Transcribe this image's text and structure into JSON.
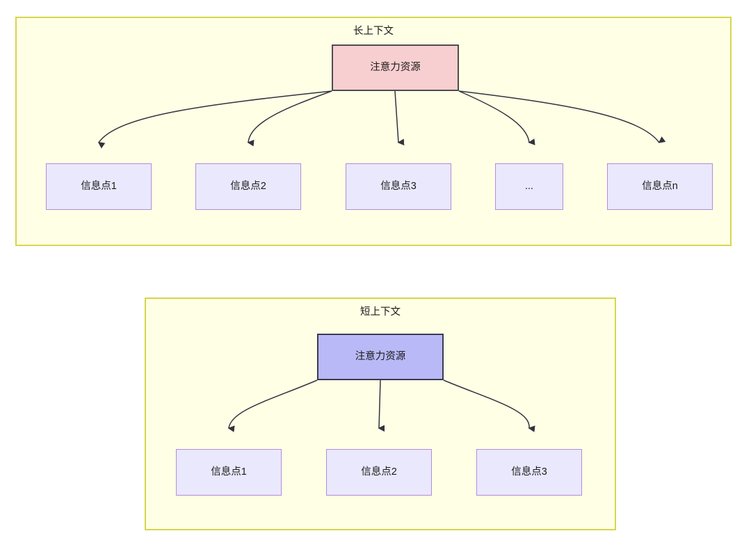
{
  "diagram": {
    "groups": [
      {
        "id": "long-context",
        "title": "长上下文",
        "root": {
          "label": "注意力资源",
          "fill": "#f8cfd0",
          "stroke": "#4d4d4d"
        },
        "children": [
          {
            "label": "信息点1"
          },
          {
            "label": "信息点2"
          },
          {
            "label": "信息点3"
          },
          {
            "label": "..."
          },
          {
            "label": "信息点n"
          }
        ]
      },
      {
        "id": "short-context",
        "title": "短上下文",
        "root": {
          "label": "注意力资源",
          "fill": "#b9b9f7",
          "stroke": "#3b3b4f"
        },
        "children": [
          {
            "label": "信息点1"
          },
          {
            "label": "信息点2"
          },
          {
            "label": "信息点3"
          }
        ]
      }
    ],
    "colors": {
      "group_fill": "#ffffe6",
      "group_stroke": "#d6d64d",
      "info_fill": "#eae8fc",
      "info_stroke": "#b28cdc",
      "edge": "#33333c",
      "text": "#1a1a1a",
      "page_background": "#ffffff"
    }
  }
}
